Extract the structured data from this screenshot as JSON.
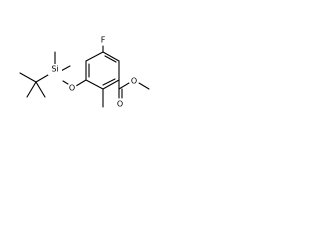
{
  "molecule": {
    "atoms": {
      "fluorine": "F",
      "ring_oxygen": "O",
      "silicon": "Si",
      "carbonyl_oxygen": "O",
      "ester_oxygen": "O"
    },
    "colors": {
      "bond": "#000000",
      "label": "#000000",
      "background": "#ffffff"
    }
  }
}
